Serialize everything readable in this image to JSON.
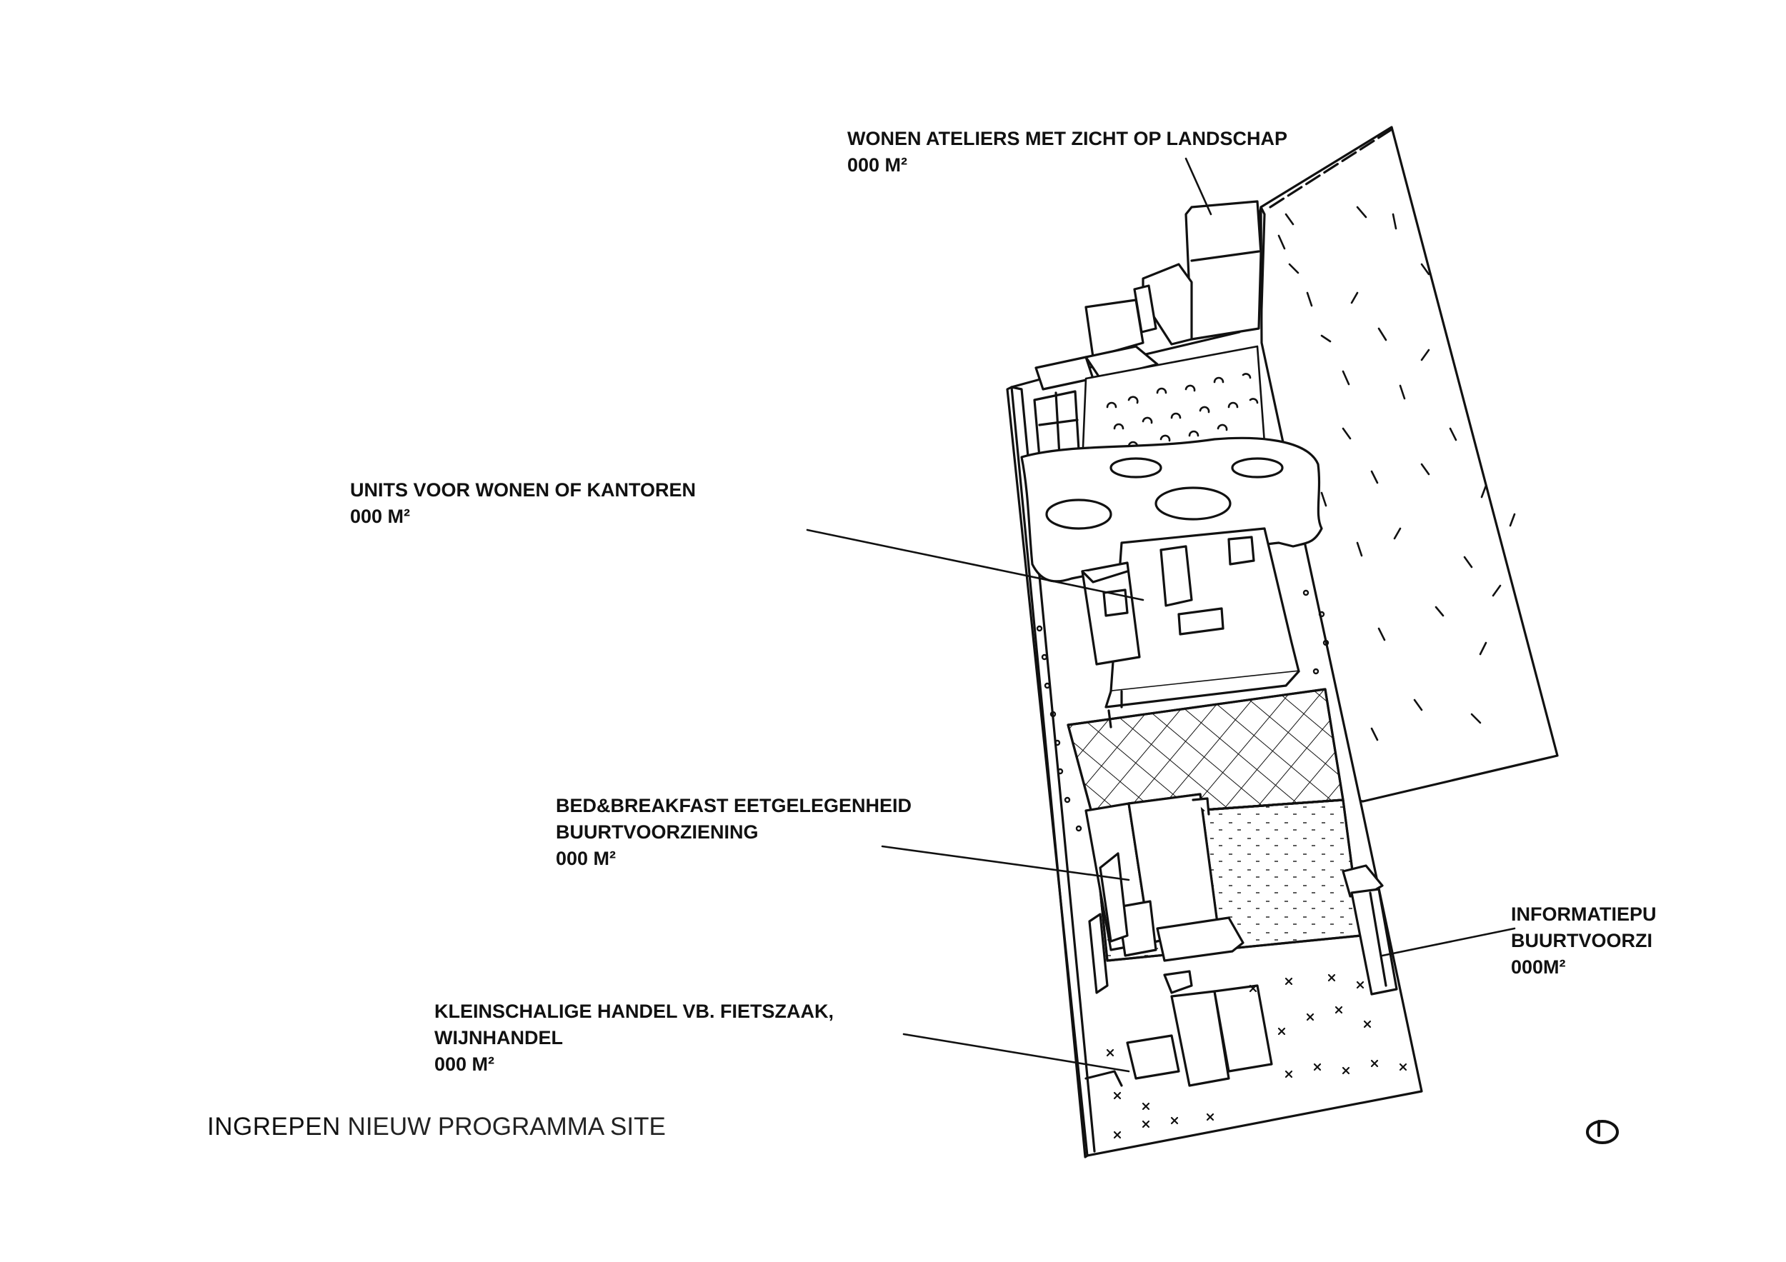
{
  "labels": {
    "ateliers": {
      "line1": "WONEN ATELIERS MET ZICHT OP LANDSCHAP",
      "line2": "000 M²"
    },
    "units": {
      "line1": "UNITS VOOR WONEN OF KANTOREN",
      "line2": "000 M²"
    },
    "bnb": {
      "line1": "BED&BREAKFAST EETGELEGENHEID",
      "line2": "BUURTVOORZIENING",
      "line3": "000 M²"
    },
    "handel": {
      "line1": "KLEINSCHALIGE HANDEL VB. FIETSZAAK,",
      "line2": "WIJNHANDEL",
      "line3": "000 M²"
    },
    "info": {
      "line1": "INFORMATIEPU",
      "line2": "BUURTVOORZI",
      "line3": "000M²"
    }
  },
  "footer": {
    "title_bold": "INGREPEN",
    "title_rest": " NIEUW PROGRAMMA SITE"
  },
  "icons": {
    "orientation": "north-arrow-icon"
  },
  "colors": {
    "ink": "#111111",
    "paper": "#ffffff"
  }
}
